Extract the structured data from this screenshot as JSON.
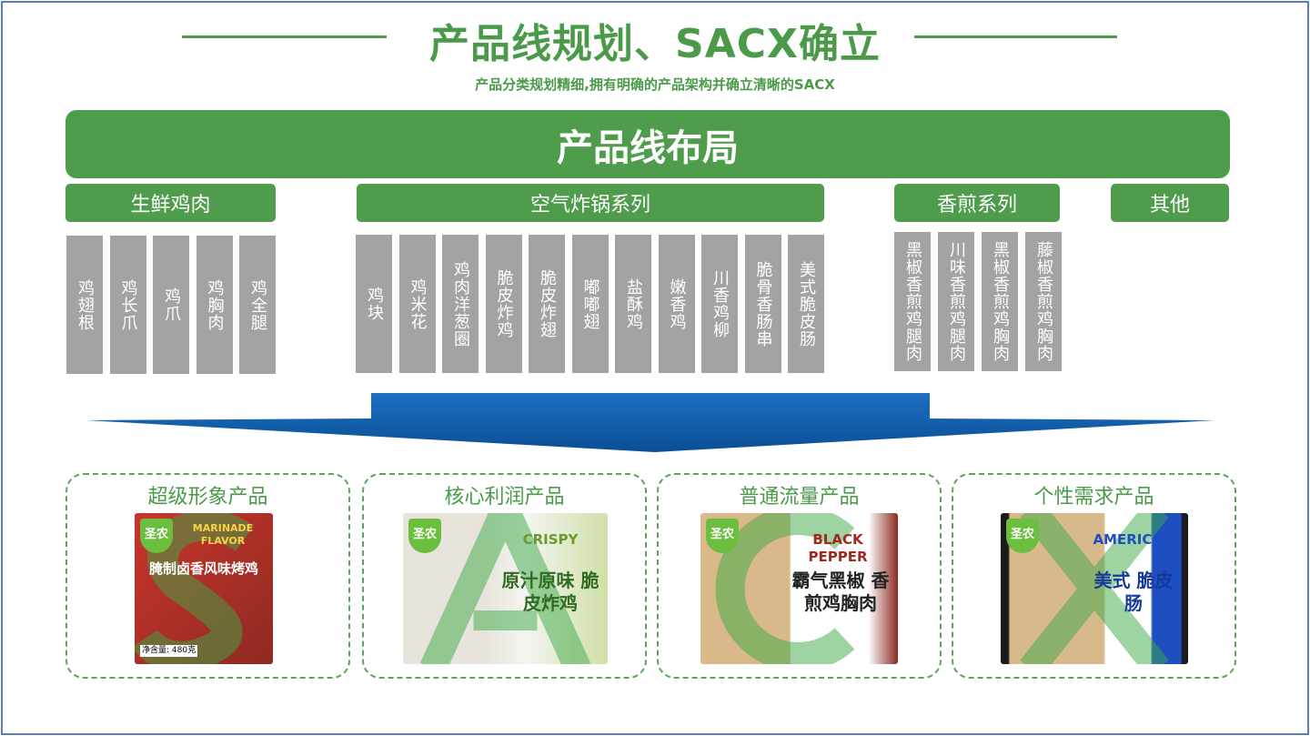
{
  "header": {
    "title": "产品线规划、SACX确立",
    "subtitle": "产品分类规划精细,拥有明确的产品架构并确立清晰的SACX"
  },
  "layout_title": "产品线布局",
  "categories": [
    {
      "name": "生鲜鸡肉",
      "items": [
        "鸡翅根",
        "鸡长爪",
        "鸡爪",
        "鸡胸肉",
        "鸡全腿"
      ]
    },
    {
      "name": "空气炸锅系列",
      "items": [
        "鸡块",
        "鸡米花",
        "鸡肉洋葱圈",
        "脆皮炸鸡",
        "脆皮炸翅",
        "嘟嘟翅",
        "盐酥鸡",
        "嫩香鸡",
        "川香鸡柳",
        "脆骨香肠串",
        "美式脆皮肠"
      ]
    },
    {
      "name": "香煎系列",
      "items": [
        "黑椒香煎鸡腿肉",
        "川味香煎鸡腿肉",
        "黑椒香煎鸡胸肉",
        "藤椒香煎鸡胸肉"
      ]
    },
    {
      "name": "其他",
      "items": []
    }
  ],
  "sacx": [
    {
      "title": "超级形象产品",
      "letter": "S",
      "brand": "圣农",
      "en": "MARINADE FLAVOR",
      "cn": "腌制卤香风味烤鸡",
      "weight": "净含量: 480克"
    },
    {
      "title": "核心利润产品",
      "letter": "A",
      "brand": "圣农",
      "en": "CRISPY",
      "cn": "原汁原味 脆皮炸鸡"
    },
    {
      "title": "普通流量产品",
      "letter": "C",
      "brand": "圣农",
      "en": "BLACK PEPPER",
      "cn": "霸气黑椒 香煎鸡胸肉"
    },
    {
      "title": "个性需求产品",
      "letter": "X",
      "brand": "圣农",
      "en": "AMERICAN",
      "cn": "美式 脆皮肠"
    }
  ],
  "colors": {
    "green": "#4e9c4c",
    "gray": "#a3a3a3",
    "blue": "#0b5eb0"
  }
}
